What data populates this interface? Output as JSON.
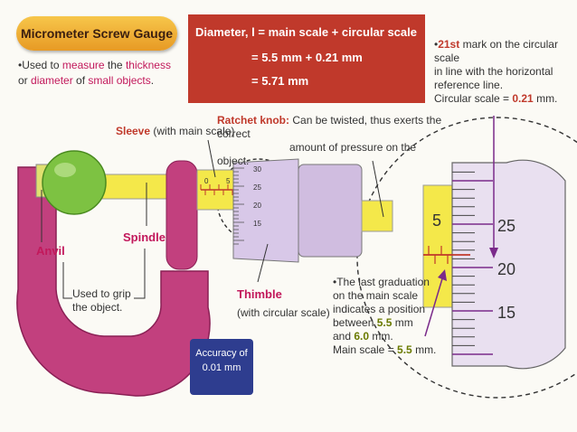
{
  "title": "Micrometer Screw Gauge",
  "usage": {
    "bullet": "•",
    "p1": "Used to ",
    "measure": "measure",
    "p2": " the ",
    "thickness": "thickness",
    "p3": "or ",
    "diameter": "diameter",
    "p4": " of ",
    "small_objects": "small objects",
    "p5": "."
  },
  "formula": {
    "line1": "Diameter, l = main scale + circular scale",
    "line2": "= 5.5 mm + 0.21 mm",
    "line3": "= 5.71 mm"
  },
  "labels": {
    "sleeve_bold": "Sleeve",
    "sleeve_rest": "(with main scale)",
    "ratchet_bold": "Ratchet knob:",
    "ratchet_line1": "Can be twisted, thus exerts the correct",
    "ratchet_line2": "amount of pressure on the object.",
    "anvil": "Anvil",
    "spindle": "Spindle",
    "grip_line1": "Used to grip",
    "grip_line2": "the object.",
    "thimble": "Thimble",
    "thimble_sub": "(with circular scale)",
    "accuracy_line1": "Accuracy of",
    "accuracy_line2": "0.01 mm"
  },
  "mark_note": {
    "bullet": "•",
    "num": "21st",
    "line1_rest": " mark on the circular scale",
    "line2": "in line with the horizontal",
    "line3": "reference line.",
    "line4_pre": "Circular scale = ",
    "line4_val": "0.21",
    "line4_unit": " mm."
  },
  "grad_note": {
    "bullet": "•",
    "line1": "The last graduation",
    "line2": "on the main scale",
    "line3": "indicates a position",
    "line4_pre": "between ",
    "v1": "5.5",
    "line4_post": " mm",
    "line5_pre": "and ",
    "v2": "6.0",
    "line5_post": " mm.",
    "line6_pre": "Main scale = ",
    "v3": "5.5",
    "line6_post": " mm."
  },
  "small_scale": {
    "sleeve_ticks": [
      "0",
      "5"
    ],
    "thimble_ticks": [
      "30",
      "25",
      "20",
      "15"
    ]
  },
  "zoom_scale": {
    "sleeve_tick": "5",
    "thimble_ticks": [
      "25",
      "20",
      "15"
    ]
  },
  "colors": {
    "frame": "#c2407e",
    "anvil_ball": "#7dc242",
    "spindle": "#f4e84a",
    "thimble": "#d8c8e8",
    "formula_bg": "#c0392b",
    "accuracy_bg": "#2e3d8f"
  }
}
